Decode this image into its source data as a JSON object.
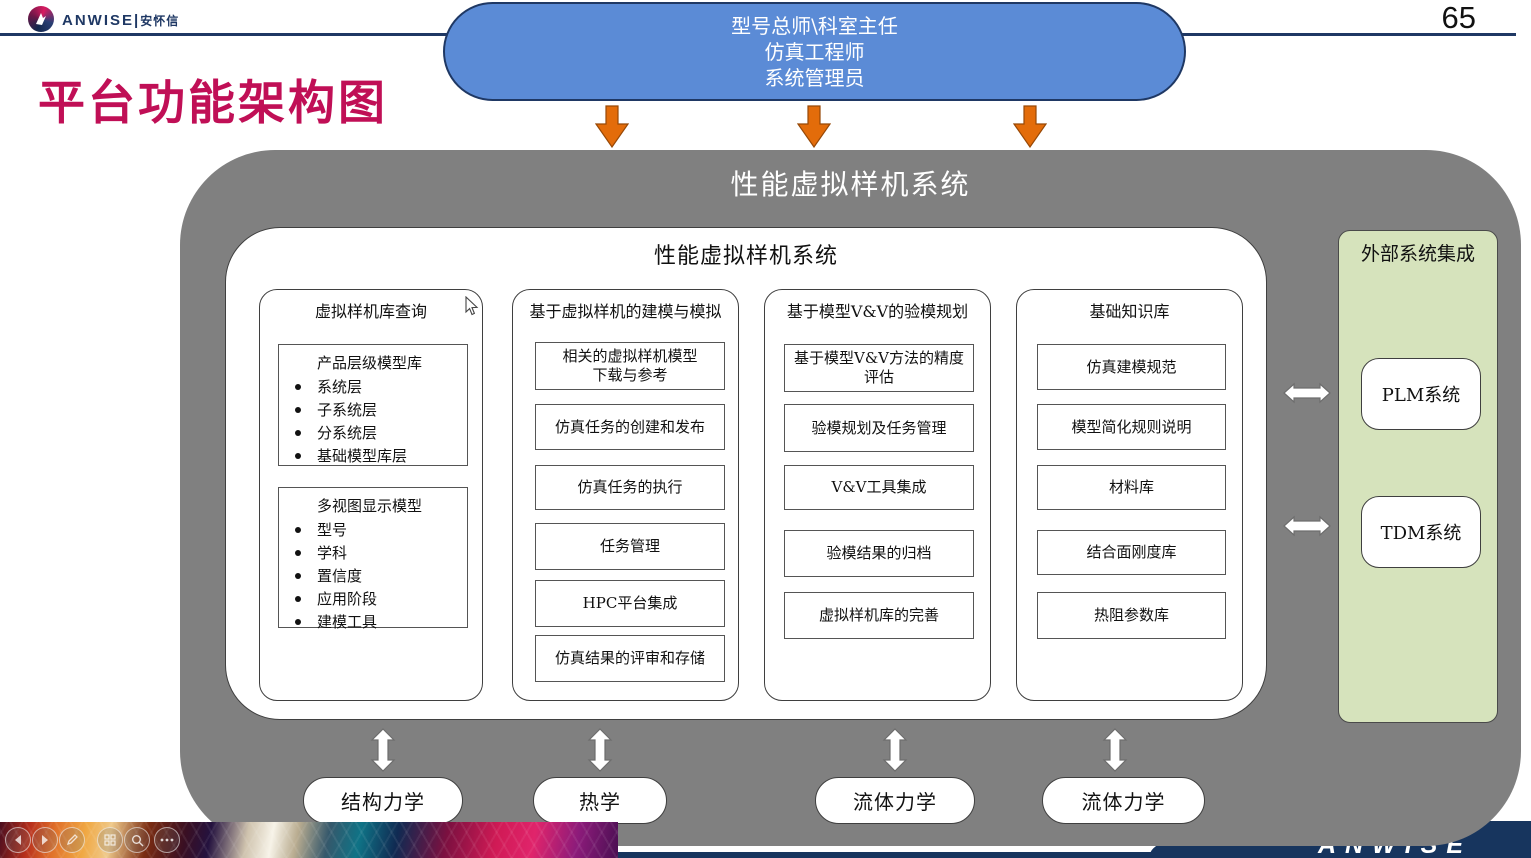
{
  "slide": {
    "page_number": "65",
    "title": "平台功能架构图",
    "brand": {
      "name": "ANWISE",
      "cn": "安怀信",
      "separator": "|",
      "footer_text": "ANWISE"
    },
    "colors": {
      "title_accent": "#C00F56",
      "navy": "#1F3864",
      "pill_blue": "#5B8BD6",
      "arrow_orange": "#E36C0A",
      "container_gray": "#808080",
      "external_green": "#D6E3BC"
    }
  },
  "actors": {
    "line1": "型号总师\\科室主任",
    "line2": "仿真工程师",
    "line3": "系统管理员"
  },
  "system": {
    "outer_title": "性能虚拟样机系统",
    "inner_title": "性能虚拟样机系统",
    "columns": [
      {
        "title": "虚拟样机库查询",
        "groups": [
          {
            "title": "产品层级模型库",
            "items": [
              "系统层",
              "子系统层",
              "分系统层",
              "基础模型库层"
            ]
          },
          {
            "title": "多视图显示模型",
            "items": [
              "型号",
              "学科",
              "置信度",
              "应用阶段",
              "建模工具"
            ]
          }
        ]
      },
      {
        "title": "基于虚拟样机的建模与模拟",
        "boxes": [
          "相关的虚拟样机模型\n下载与参考",
          "仿真任务的创建和发布",
          "仿真任务的执行",
          "任务管理",
          "HPC平台集成",
          "仿真结果的评审和存储"
        ]
      },
      {
        "title": "基于模型V&V的验模规划",
        "boxes": [
          "基于模型V&V方法的精度\n评估",
          "验模规划及任务管理",
          "V&V工具集成",
          "验模结果的归档",
          "虚拟样机库的完善"
        ]
      },
      {
        "title": "基础知识库",
        "boxes": [
          "仿真建模规范",
          "模型简化规则说明",
          "材料库",
          "结合面刚度库",
          "热阻参数库"
        ]
      }
    ]
  },
  "external": {
    "title": "外部系统集成",
    "systems": [
      "PLM系统",
      "TDM系统"
    ]
  },
  "disciplines": [
    "结构力学",
    "热学",
    "流体力学",
    "流体力学"
  ],
  "presenter_controls": [
    "previous-slide",
    "next-slide",
    "pen",
    "see-all-slides",
    "zoom",
    "more-options"
  ]
}
